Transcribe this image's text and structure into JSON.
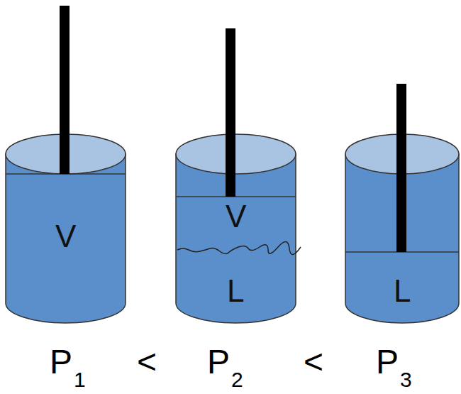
{
  "diagram": {
    "nodes": [
      {
        "text": [
          "V"
        ]
      },
      {
        "text": [
          "V",
          "L"
        ]
      },
      {
        "text": [
          "L"
        ]
      }
    ],
    "labels": [
      "P",
      "1",
      "<",
      "P",
      "2",
      "<",
      "P",
      "3"
    ]
  }
}
